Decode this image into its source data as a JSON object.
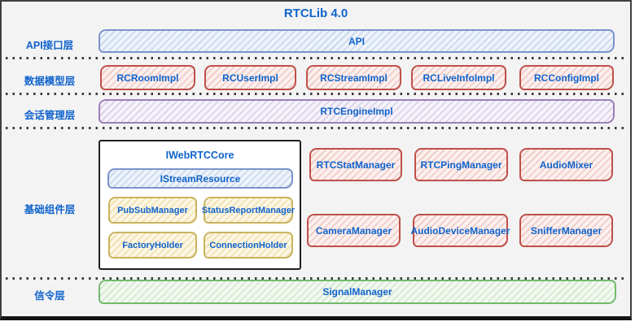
{
  "title": "RTCLib 4.0",
  "colors": {
    "text_blue": "#1063cc",
    "blue_border": "#7b93cc",
    "red_border": "#bf5049",
    "purple_border": "#9c7fba",
    "yellow_border": "#c9b35e",
    "green_border": "#72ba6d",
    "background": "#f3f3f4"
  },
  "layers": {
    "api": {
      "label": "API接口层",
      "box": "API"
    },
    "data_model": {
      "label": "数据模型层",
      "boxes": [
        "RCRoomImpl",
        "RCUserImpl",
        "RCStreamImpl",
        "RCLiveInfoImpl",
        "RCConfigImpl"
      ]
    },
    "session": {
      "label": "会话管理层",
      "box": "RTCEngineImpl"
    },
    "base": {
      "label": "基础组件层",
      "core": {
        "title": "IWebRTCCore",
        "stream": "IStreamResource",
        "children": [
          "PubSubManager",
          "StatusReportManager",
          "FactoryHolder",
          "ConnectionHolder"
        ]
      },
      "managers_row1": [
        "RTCStatManager",
        "RTCPingManager",
        "AudioMixer"
      ],
      "managers_row2": [
        "CameraManager",
        "AudioDeviceManager",
        "SnifferManager"
      ]
    },
    "signal": {
      "label": "SignalManager",
      "layer_label": "信令层",
      "box": "SignalManager"
    }
  }
}
